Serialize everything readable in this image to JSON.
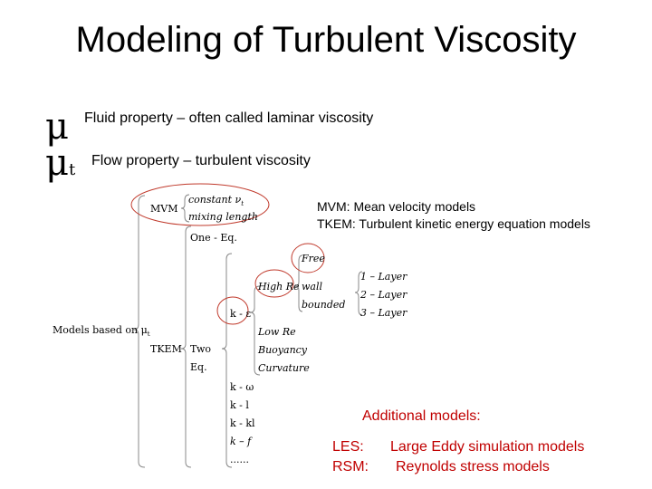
{
  "slide": {
    "title": "Modeling of Turbulent Viscosity",
    "symbols": {
      "mu": "μ",
      "mu_t": "μ",
      "mu_t_sub": "t"
    },
    "definitions": [
      "Fluid property – often called laminar viscosity",
      "Flow  property – turbulent viscosity"
    ],
    "legend": [
      "MVM: Mean velocity models",
      "TKEM: Turbulent kinetic energy equation models"
    ],
    "additional": {
      "heading": "Additional models:",
      "items": [
        {
          "abbr": "LES:",
          "name": "Large Eddy simulation models"
        },
        {
          "abbr": "RSM:",
          "name": "Reynolds stress models"
        }
      ]
    }
  },
  "tree": {
    "root": "Models based on μ",
    "root_sub": "t",
    "mvm": "MVM",
    "constant": "constant ν",
    "constant_sub": "t",
    "mixing_length": "mixing length",
    "one_eq": "One - Eq.",
    "tkem": "TKEM",
    "two": "Two",
    "eq": "Eq.",
    "free": "Free",
    "high_re": "High Re",
    "wall": "wall",
    "bounded": "bounded",
    "layer1": "1 – Layer",
    "layer2": "2 – Layer",
    "layer3": "3 – Layer",
    "k_eps": "k - ε",
    "low_re": "Low Re",
    "buoyancy": "Buoyancy",
    "curvature": "Curvature",
    "k_omega": "k - ω",
    "k_l": "k - l",
    "k_kl": "k - kl",
    "k_f": "k – f",
    "dots": "......"
  },
  "colors": {
    "text": "#000000",
    "bracket": "#888888",
    "circle": "#c0392b",
    "accent": "#c00000"
  }
}
